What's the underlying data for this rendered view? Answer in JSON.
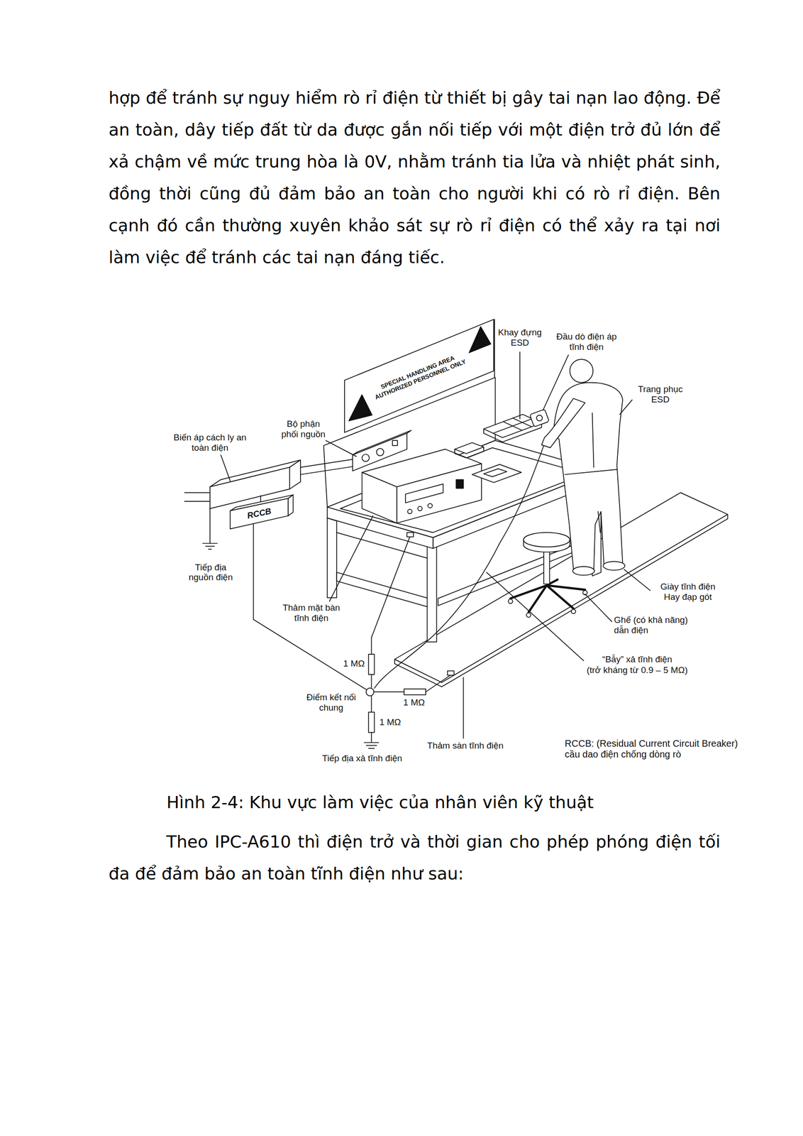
{
  "diagram": {
    "caption": "Hình 2-4: Khu vực làm việc của nhân viên kỹ thuật",
    "nodes": [
      {
        "text": [
          "SPECIAL HANDLING AREA AUTHORIZED PERSONNEL ONLY"
        ]
      },
      {
        "text": [
          "RCCB"
        ]
      },
      {
        "text": [
          "Điểm kết nối chung"
        ]
      }
    ],
    "edges": [
      {
        "from": 1,
        "to": 2,
        "arrow": "none"
      }
    ],
    "labels": [
      "hợp để tránh sự nguy hiểm rò rỉ điện từ thiết bị gây tai nạn lao động. Để an toàn, dây tiếp đất từ da được gắn nối tiếp với một điện trở đủ lớn để xả chậm về mức trung hòa là 0V, nhằm tránh tia lửa và nhiệt phát sinh, đồng thời cũng đủ đảm bảo an toàn cho người khi có rò rỉ điện. Bên cạnh đó cần thường xuyên khảo sát sự rò rỉ điện có thể xảy ra tại nơi làm việc để tránh các tai nạn đáng tiếc.",
      "Khay đựng ESD",
      "Đầu dò điện áp tĩnh điện",
      "Trang phục ESD",
      "Bộ phận phối nguồn",
      "Biến áp cách ly an toàn điện",
      "Tiếp địa nguồn điện",
      "Thảm mặt bàn tĩnh điện",
      "Giày tĩnh điện Hay đạp gót",
      "Ghế (có khả năng) dẫn điện",
      "“Bẫy” xả tĩnh điện",
      "(trở kháng từ 0.9 – 5 MΩ)",
      "1 MΩ",
      "1 MΩ",
      "1 MΩ",
      "Thảm sàn tĩnh điện",
      "RCCB: (Residual Current Circuit Breaker) cầu dao điện chống dòng rò",
      "Tiếp địa xả tĩnh điện",
      "Theo IPC-A610 thì điện trở và thời gian cho phép phóng điện tối đa để đảm bảo an toàn tĩnh điện như sau:"
    ]
  }
}
